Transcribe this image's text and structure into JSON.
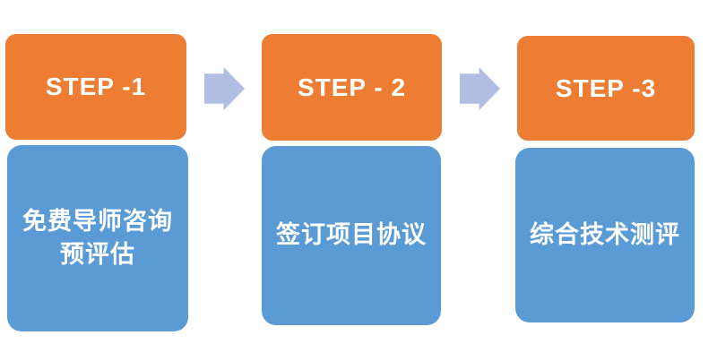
{
  "colors": {
    "header_bg": "#EC7D33",
    "body_bg": "#5B9BD5",
    "arrow": "#AFBEE2",
    "text": "#FFFFFF"
  },
  "steps": [
    {
      "header": "STEP -1",
      "body": "免费导师咨询\n预评估"
    },
    {
      "header": "STEP - 2",
      "body": "签订项目协议"
    },
    {
      "header": "STEP -3",
      "body": "综合技术测评"
    }
  ],
  "arrows": [
    {
      "icon": "right-arrow"
    },
    {
      "icon": "right-arrow"
    }
  ]
}
